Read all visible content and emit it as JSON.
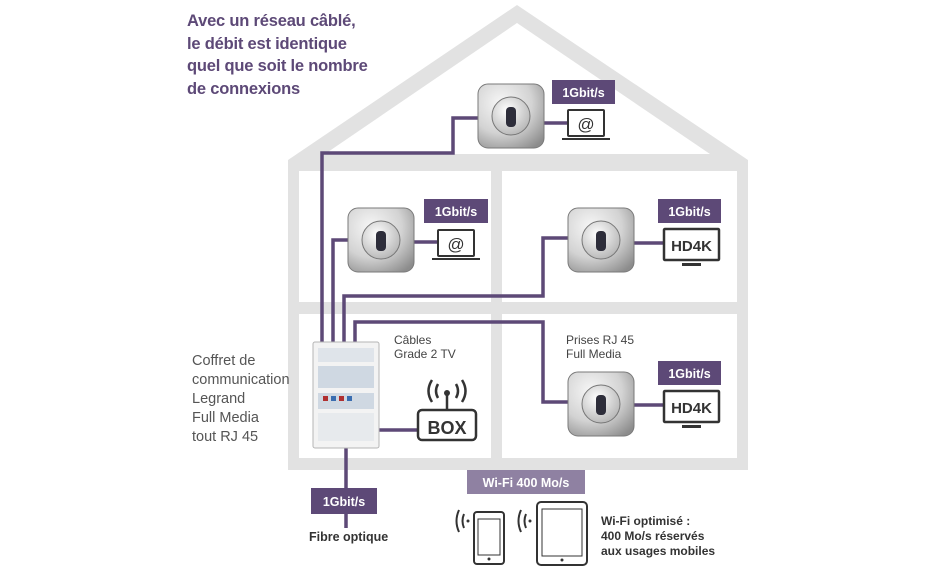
{
  "headline": [
    "Avec un réseau câblé,",
    "le débit est identique",
    "quel que soit le nombre",
    "de connexions"
  ],
  "badges": {
    "attic": "1Gbit/s",
    "upper_left": "1Gbit/s",
    "upper_right": "1Gbit/s",
    "lower_right": "1Gbit/s",
    "fiber": "1Gbit/s",
    "wifi": "Wi-Fi 400 Mo/s"
  },
  "labels": {
    "cables": [
      "Câbles",
      "Grade 2 TV"
    ],
    "prises": [
      "Prises RJ 45",
      "Full Media"
    ],
    "coffret": [
      "Coffret de",
      "communication",
      "Legrand",
      "Full Media",
      "tout RJ 45"
    ],
    "fibre": "Fibre optique",
    "wifi_note": [
      "Wi-Fi optimisé :",
      "400 Mo/s réservés",
      "aux usages mobiles"
    ]
  },
  "devices": {
    "email_symbol": "@",
    "tv_symbol": "HD4K",
    "box_symbol": "BOX"
  },
  "colors": {
    "accent": "#5d4977",
    "wall": "#e2e2e2",
    "text": "#444444"
  }
}
